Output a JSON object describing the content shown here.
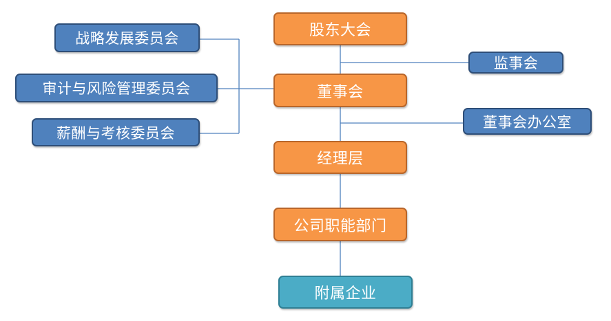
{
  "main_chain": {
    "shareholders_meeting": "股东大会",
    "board_of_directors": "董事会",
    "management": "经理层",
    "functional_departments": "公司职能部门",
    "subsidiaries": "附属企业"
  },
  "committees": {
    "strategy": "战略发展委员会",
    "audit_risk": "审计与风险管理委员会",
    "remuneration": "薪酬与考核委员会"
  },
  "right_side": {
    "supervisory_board": "监事会",
    "board_office": "董事会办公室"
  },
  "colors": {
    "main_fill": "#F79646",
    "committee_fill": "#4F81BD",
    "subsidiary_fill": "#4BACC6",
    "connector": "#4F81BD"
  }
}
